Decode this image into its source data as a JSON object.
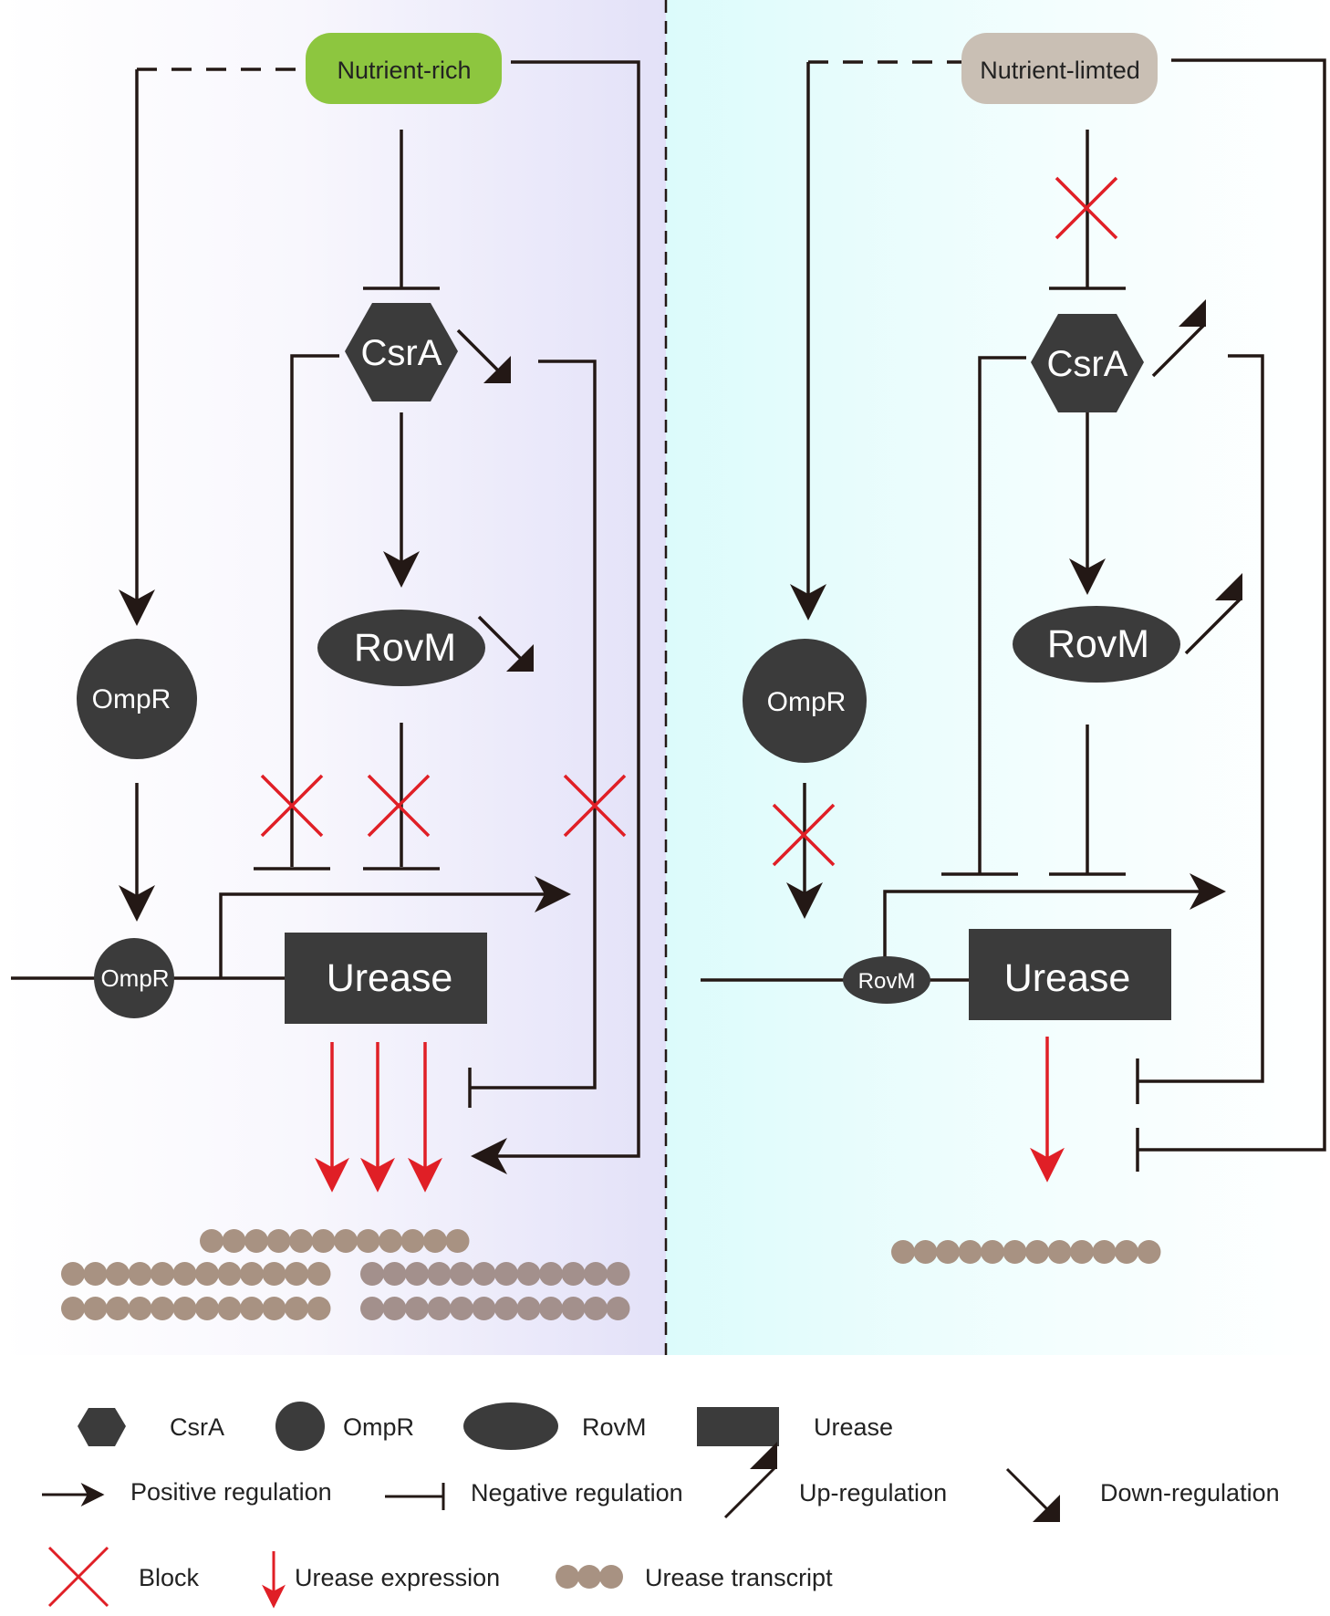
{
  "left": {
    "condition": "Nutrient-rich",
    "csra": "CsrA",
    "rovm": "RovM",
    "ompr": "OmpR",
    "ompr_site": "OmpR",
    "urease": "Urease"
  },
  "right": {
    "condition": "Nutrient-limted",
    "csra": "CsrA",
    "rovm": "RovM",
    "ompr": "OmpR",
    "rovm_site": "RovM",
    "urease": "Urease"
  },
  "legend": {
    "csra": "CsrA",
    "ompr": "OmpR",
    "rovm": "RovM",
    "urease": "Urease",
    "positive": "Positive regulation",
    "negative": "Negative regulation",
    "up": "Up-regulation",
    "down": "Down-regulation",
    "block": "Block",
    "expression": "Urease expression",
    "transcript": "Urease transcript"
  },
  "colors": {
    "node": "#3b3b3b",
    "line": "#231815",
    "block": "#e01f26",
    "expression_arrow": "#e01f26",
    "transcript": "#a89282",
    "rich": "#8dc63f",
    "limited": "#c9bfb4"
  }
}
